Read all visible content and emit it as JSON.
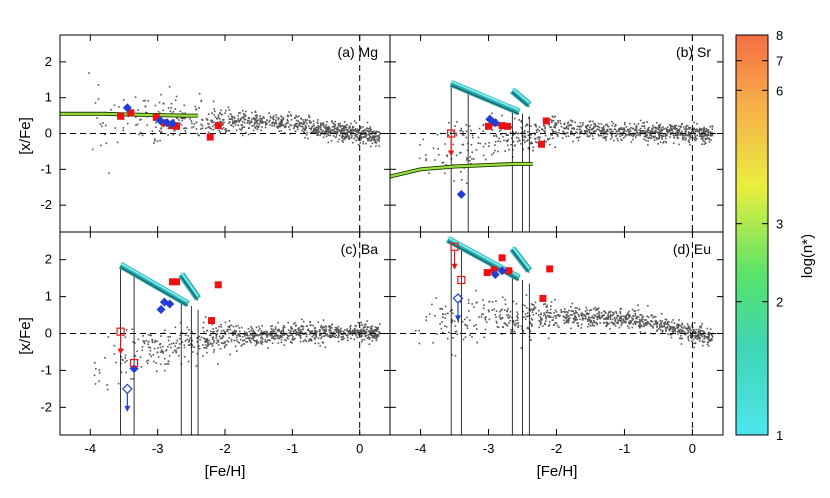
{
  "chart_data": {
    "type": "scatter",
    "xlabel": "[Fe/H]",
    "ylabel": "[x/Fe]",
    "xlim": [
      -4.45,
      0.45
    ],
    "ylim": [
      -2.75,
      2.75
    ],
    "x_ticks": [
      -4,
      -3,
      -2,
      -1,
      0
    ],
    "y_ticks": [
      -2,
      -1,
      0,
      1,
      2
    ],
    "x_tick_labels": [
      "-4",
      "-3",
      "-2",
      "-1",
      "0"
    ],
    "y_tick_labels": [
      "-2",
      "-1",
      "0",
      "1",
      "2"
    ],
    "colorbar": {
      "label": "log(n*)",
      "ticks": [
        1,
        2,
        3,
        6,
        7,
        8
      ],
      "tick_labels": [
        "1",
        "2",
        "3",
        "6",
        "7",
        "8"
      ],
      "colors": [
        "#4de5ec",
        "#3fd6b5",
        "#58e36a",
        "#e9ef3e",
        "#f7b04a",
        "#f56e45"
      ]
    },
    "colors": {
      "background_stars": "#555555",
      "red_squares": "#ee1111",
      "blue_diamonds": "#1f3fd6",
      "cyan_bands": "#2fa4a8"
    },
    "panels": [
      {
        "title": "(a) Mg",
        "position": "top-left",
        "red_squares": [
          [
            -3.55,
            0.48
          ],
          [
            -3.4,
            0.58
          ],
          [
            -3.02,
            0.45
          ],
          [
            -2.9,
            0.3
          ],
          [
            -2.78,
            0.22
          ],
          [
            -2.72,
            0.2
          ],
          [
            -2.22,
            -0.1
          ],
          [
            -2.1,
            0.22
          ]
        ],
        "blue_diamonds": [
          [
            -3.45,
            0.72
          ],
          [
            -2.96,
            0.36
          ],
          [
            -2.86,
            0.3
          ],
          [
            -2.78,
            0.28
          ]
        ],
        "open_markers": [],
        "yield_curves": [
          {
            "x": [
              -4.45,
              -3.8,
              -3.2,
              -2.6,
              -2.4
            ],
            "y": [
              0.55,
              0.55,
              0.52,
              0.5,
              0.5
            ],
            "color": "#9be040"
          }
        ],
        "trend": [
          [
            -4.0,
            0.4
          ],
          [
            -3.0,
            0.38
          ],
          [
            -2.0,
            0.32
          ],
          [
            -1.0,
            0.3
          ],
          [
            -0.5,
            0.1
          ],
          [
            0.0,
            0.0
          ],
          [
            0.3,
            -0.1
          ]
        ]
      },
      {
        "title": "(b) Sr",
        "position": "top-right",
        "red_squares": [
          [
            -3.0,
            0.2
          ],
          [
            -2.92,
            0.3
          ],
          [
            -2.8,
            0.22
          ],
          [
            -2.72,
            0.2
          ],
          [
            -2.22,
            -0.3
          ],
          [
            -2.15,
            0.35
          ]
        ],
        "blue_diamonds": [
          [
            -3.4,
            -1.7
          ],
          [
            -2.98,
            0.4
          ],
          [
            -2.9,
            0.3
          ]
        ],
        "open_markers": [
          [
            -3.55,
            0.0,
            "red-upper-limit"
          ]
        ],
        "yield_curves": [
          {
            "x": [
              -4.45,
              -4.0,
              -3.5,
              -3.0,
              -2.6,
              -2.35
            ],
            "y": [
              -1.2,
              -1.0,
              -0.92,
              -0.88,
              -0.85,
              -0.85
            ],
            "color": "#9be040"
          }
        ],
        "cyan_bands": [
          {
            "x": [
              -3.55,
              -2.55
            ],
            "y": [
              1.4,
              0.6
            ]
          },
          {
            "x": [
              -2.65,
              -2.4
            ],
            "y": [
              1.2,
              0.8
            ]
          }
        ],
        "vertical_drops": [
          -3.55,
          -3.3,
          -2.65,
          -2.5,
          -2.4
        ],
        "trend": [
          [
            -4.0,
            -0.6
          ],
          [
            -3.0,
            -0.2
          ],
          [
            -2.0,
            0.1
          ],
          [
            -1.0,
            0.05
          ],
          [
            0.0,
            0.0
          ],
          [
            0.3,
            -0.05
          ]
        ]
      },
      {
        "title": "(c) Ba",
        "position": "bottom-left",
        "red_squares": [
          [
            -2.78,
            1.4
          ],
          [
            -2.72,
            1.4
          ],
          [
            -2.1,
            1.32
          ],
          [
            -2.2,
            0.35
          ]
        ],
        "blue_diamonds": [
          [
            -2.95,
            0.65
          ],
          [
            -2.9,
            0.85
          ],
          [
            -2.82,
            0.8
          ],
          [
            -3.35,
            -0.95
          ]
        ],
        "open_markers": [
          [
            -3.55,
            0.05,
            "red-upper-limit"
          ],
          [
            -3.35,
            -0.8,
            "red-open"
          ],
          [
            -3.45,
            -1.5,
            "blue-upper-limit"
          ]
        ],
        "yield_curves": [],
        "cyan_bands": [
          {
            "x": [
              -3.55,
              -2.55
            ],
            "y": [
              1.85,
              0.8
            ]
          },
          {
            "x": [
              -2.65,
              -2.4
            ],
            "y": [
              1.6,
              0.95
            ]
          }
        ],
        "vertical_drops": [
          -3.55,
          -3.35,
          -2.65,
          -2.5,
          -2.4
        ],
        "trend": [
          [
            -4.0,
            -0.8
          ],
          [
            -3.0,
            -0.4
          ],
          [
            -2.0,
            -0.1
          ],
          [
            -1.0,
            0.0
          ],
          [
            0.0,
            0.05
          ],
          [
            0.3,
            0.0
          ]
        ]
      },
      {
        "title": "(d) Eu",
        "position": "bottom-right",
        "red_squares": [
          [
            -3.02,
            1.65
          ],
          [
            -2.92,
            1.72
          ],
          [
            -2.8,
            2.05
          ],
          [
            -2.7,
            1.7
          ],
          [
            -2.1,
            1.75
          ],
          [
            -2.2,
            0.95
          ]
        ],
        "blue_diamonds": [
          [
            -2.9,
            1.6
          ],
          [
            -2.8,
            1.7
          ]
        ],
        "open_markers": [
          [
            -3.5,
            2.35,
            "red-upper-limit"
          ],
          [
            -3.4,
            1.45,
            "red-open"
          ],
          [
            -3.45,
            0.95,
            "blue-upper-limit"
          ]
        ],
        "yield_curves": [],
        "cyan_bands": [
          {
            "x": [
              -3.6,
              -2.55
            ],
            "y": [
              2.55,
              1.5
            ]
          },
          {
            "x": [
              -2.65,
              -2.4
            ],
            "y": [
              2.3,
              1.7
            ]
          }
        ],
        "vertical_drops": [
          -3.55,
          -3.4,
          -2.65,
          -2.5,
          -2.4
        ],
        "trend": [
          [
            -3.5,
            0.3
          ],
          [
            -3.0,
            0.4
          ],
          [
            -2.0,
            0.45
          ],
          [
            -1.0,
            0.4
          ],
          [
            -0.5,
            0.25
          ],
          [
            0.0,
            0.0
          ],
          [
            0.3,
            -0.1
          ]
        ]
      }
    ]
  }
}
